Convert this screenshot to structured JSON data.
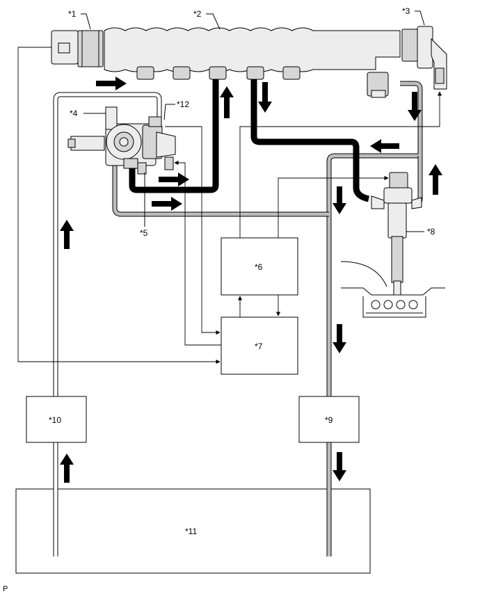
{
  "diagram": {
    "callouts": {
      "c1": "*1",
      "c2": "*2",
      "c3": "*3",
      "c4": "*4",
      "c5": "*5",
      "c6": "*6",
      "c7": "*7",
      "c8": "*8",
      "c9": "*9",
      "c10": "*10",
      "c11": "*11",
      "c12": "*12"
    },
    "footer_code": "P"
  }
}
